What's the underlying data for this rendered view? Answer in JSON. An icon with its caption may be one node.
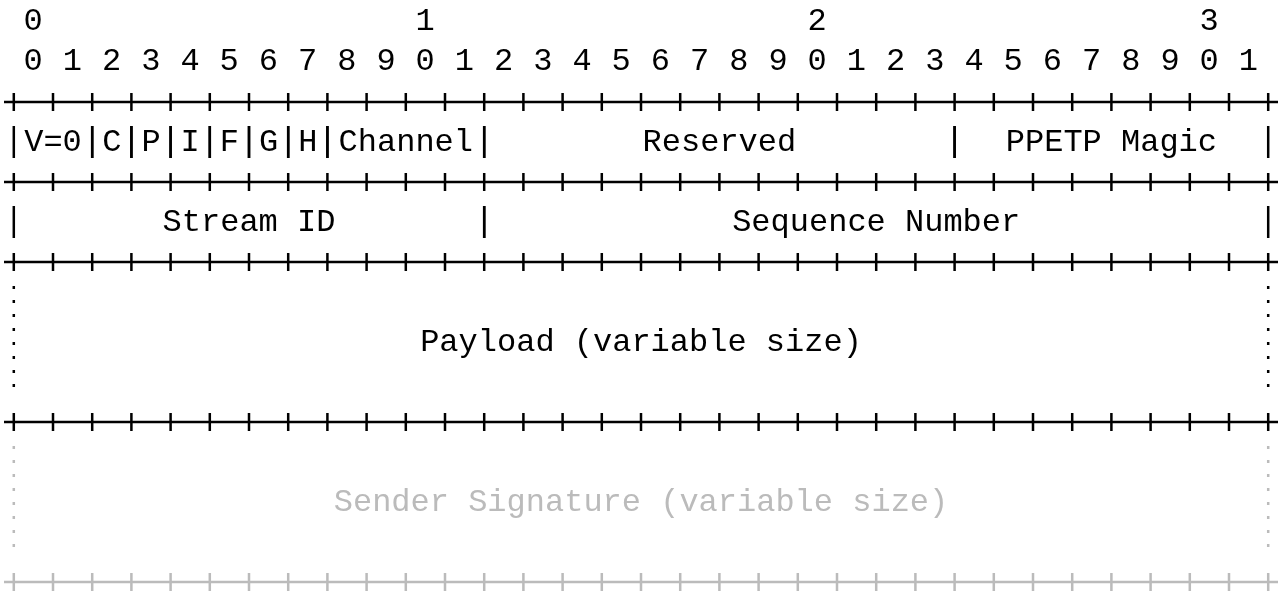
{
  "diagram": {
    "nodes": [
      {
        "text": [
          "V=0"
        ]
      },
      {
        "text": [
          "C"
        ]
      },
      {
        "text": [
          "P"
        ]
      },
      {
        "text": [
          "I"
        ]
      },
      {
        "text": [
          "F"
        ]
      },
      {
        "text": [
          "G"
        ]
      },
      {
        "text": [
          "H"
        ]
      },
      {
        "text": [
          "Channel"
        ]
      },
      {
        "text": [
          "Reserved"
        ]
      },
      {
        "text": [
          "PPETP Magic"
        ]
      },
      {
        "text": [
          "Stream ID"
        ]
      },
      {
        "text": [
          "Sequence Number"
        ]
      },
      {
        "text": [
          "Payload (variable size)"
        ]
      },
      {
        "text": [
          "Sender Signature (variable size)"
        ]
      }
    ],
    "labels": [
      "0",
      "1",
      "2",
      "3",
      "0",
      "1",
      "2",
      "3",
      "4",
      "5",
      "6",
      "7",
      "8",
      "9",
      "0",
      "1",
      "2",
      "3",
      "4",
      "5",
      "6",
      "7",
      "8",
      "9",
      "0",
      "1",
      "2",
      "3",
      "4",
      "5",
      "6",
      "7",
      "8",
      "9",
      "0",
      "1"
    ]
  }
}
